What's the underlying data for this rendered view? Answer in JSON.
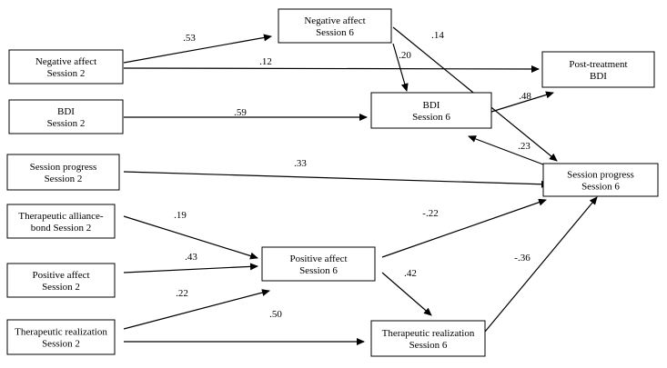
{
  "nodes": [
    {
      "id": "na6",
      "lines": [
        "Negative affect",
        "Session 6"
      ]
    },
    {
      "id": "na2",
      "lines": [
        "Negative affect",
        "Session 2"
      ]
    },
    {
      "id": "post",
      "lines": [
        "Post-treatment",
        "BDI"
      ]
    },
    {
      "id": "bdi2",
      "lines": [
        "BDI",
        "Session 2"
      ]
    },
    {
      "id": "bdi6",
      "lines": [
        "BDI",
        "Session 6"
      ]
    },
    {
      "id": "sp2",
      "lines": [
        "Session progress",
        "Session 2"
      ]
    },
    {
      "id": "sp6",
      "lines": [
        "Session progress",
        "Session 6"
      ]
    },
    {
      "id": "tab2",
      "lines": [
        "Therapeutic alliance-",
        "bond  Session 2"
      ]
    },
    {
      "id": "pa6",
      "lines": [
        "Positive affect",
        "Session 6"
      ]
    },
    {
      "id": "pa2",
      "lines": [
        "Positive affect",
        "Session 2"
      ]
    },
    {
      "id": "tr2",
      "lines": [
        "Therapeutic realization",
        "Session 2"
      ]
    },
    {
      "id": "tr6",
      "lines": [
        "Therapeutic realization",
        "Session 6"
      ]
    }
  ],
  "edges": [
    {
      "from": "na2",
      "to": "na6",
      "label": ".53"
    },
    {
      "from": "na2",
      "to": "post",
      "label": ".12"
    },
    {
      "from": "na6",
      "to": "bdi6",
      "label": ".20"
    },
    {
      "from": "na6",
      "to": "sp6",
      "label": ".14"
    },
    {
      "from": "bdi2",
      "to": "bdi6",
      "label": ".59"
    },
    {
      "from": "bdi6",
      "to": "post",
      "label": ".48"
    },
    {
      "from": "sp6",
      "to": "bdi6",
      "label": ".23"
    },
    {
      "from": "sp2",
      "to": "sp6",
      "label": ".33"
    },
    {
      "from": "tab2",
      "to": "pa6",
      "label": ".19"
    },
    {
      "from": "pa2",
      "to": "pa6",
      "label": ".43"
    },
    {
      "from": "tr2",
      "to": "pa6",
      "label": ".22"
    },
    {
      "from": "tr2",
      "to": "tr6",
      "label": ".50"
    },
    {
      "from": "pa6",
      "to": "sp6",
      "label": "-.22"
    },
    {
      "from": "pa6",
      "to": "tr6",
      "label": ".42"
    },
    {
      "from": "tr6",
      "to": "sp6",
      "label": "-.36"
    }
  ]
}
